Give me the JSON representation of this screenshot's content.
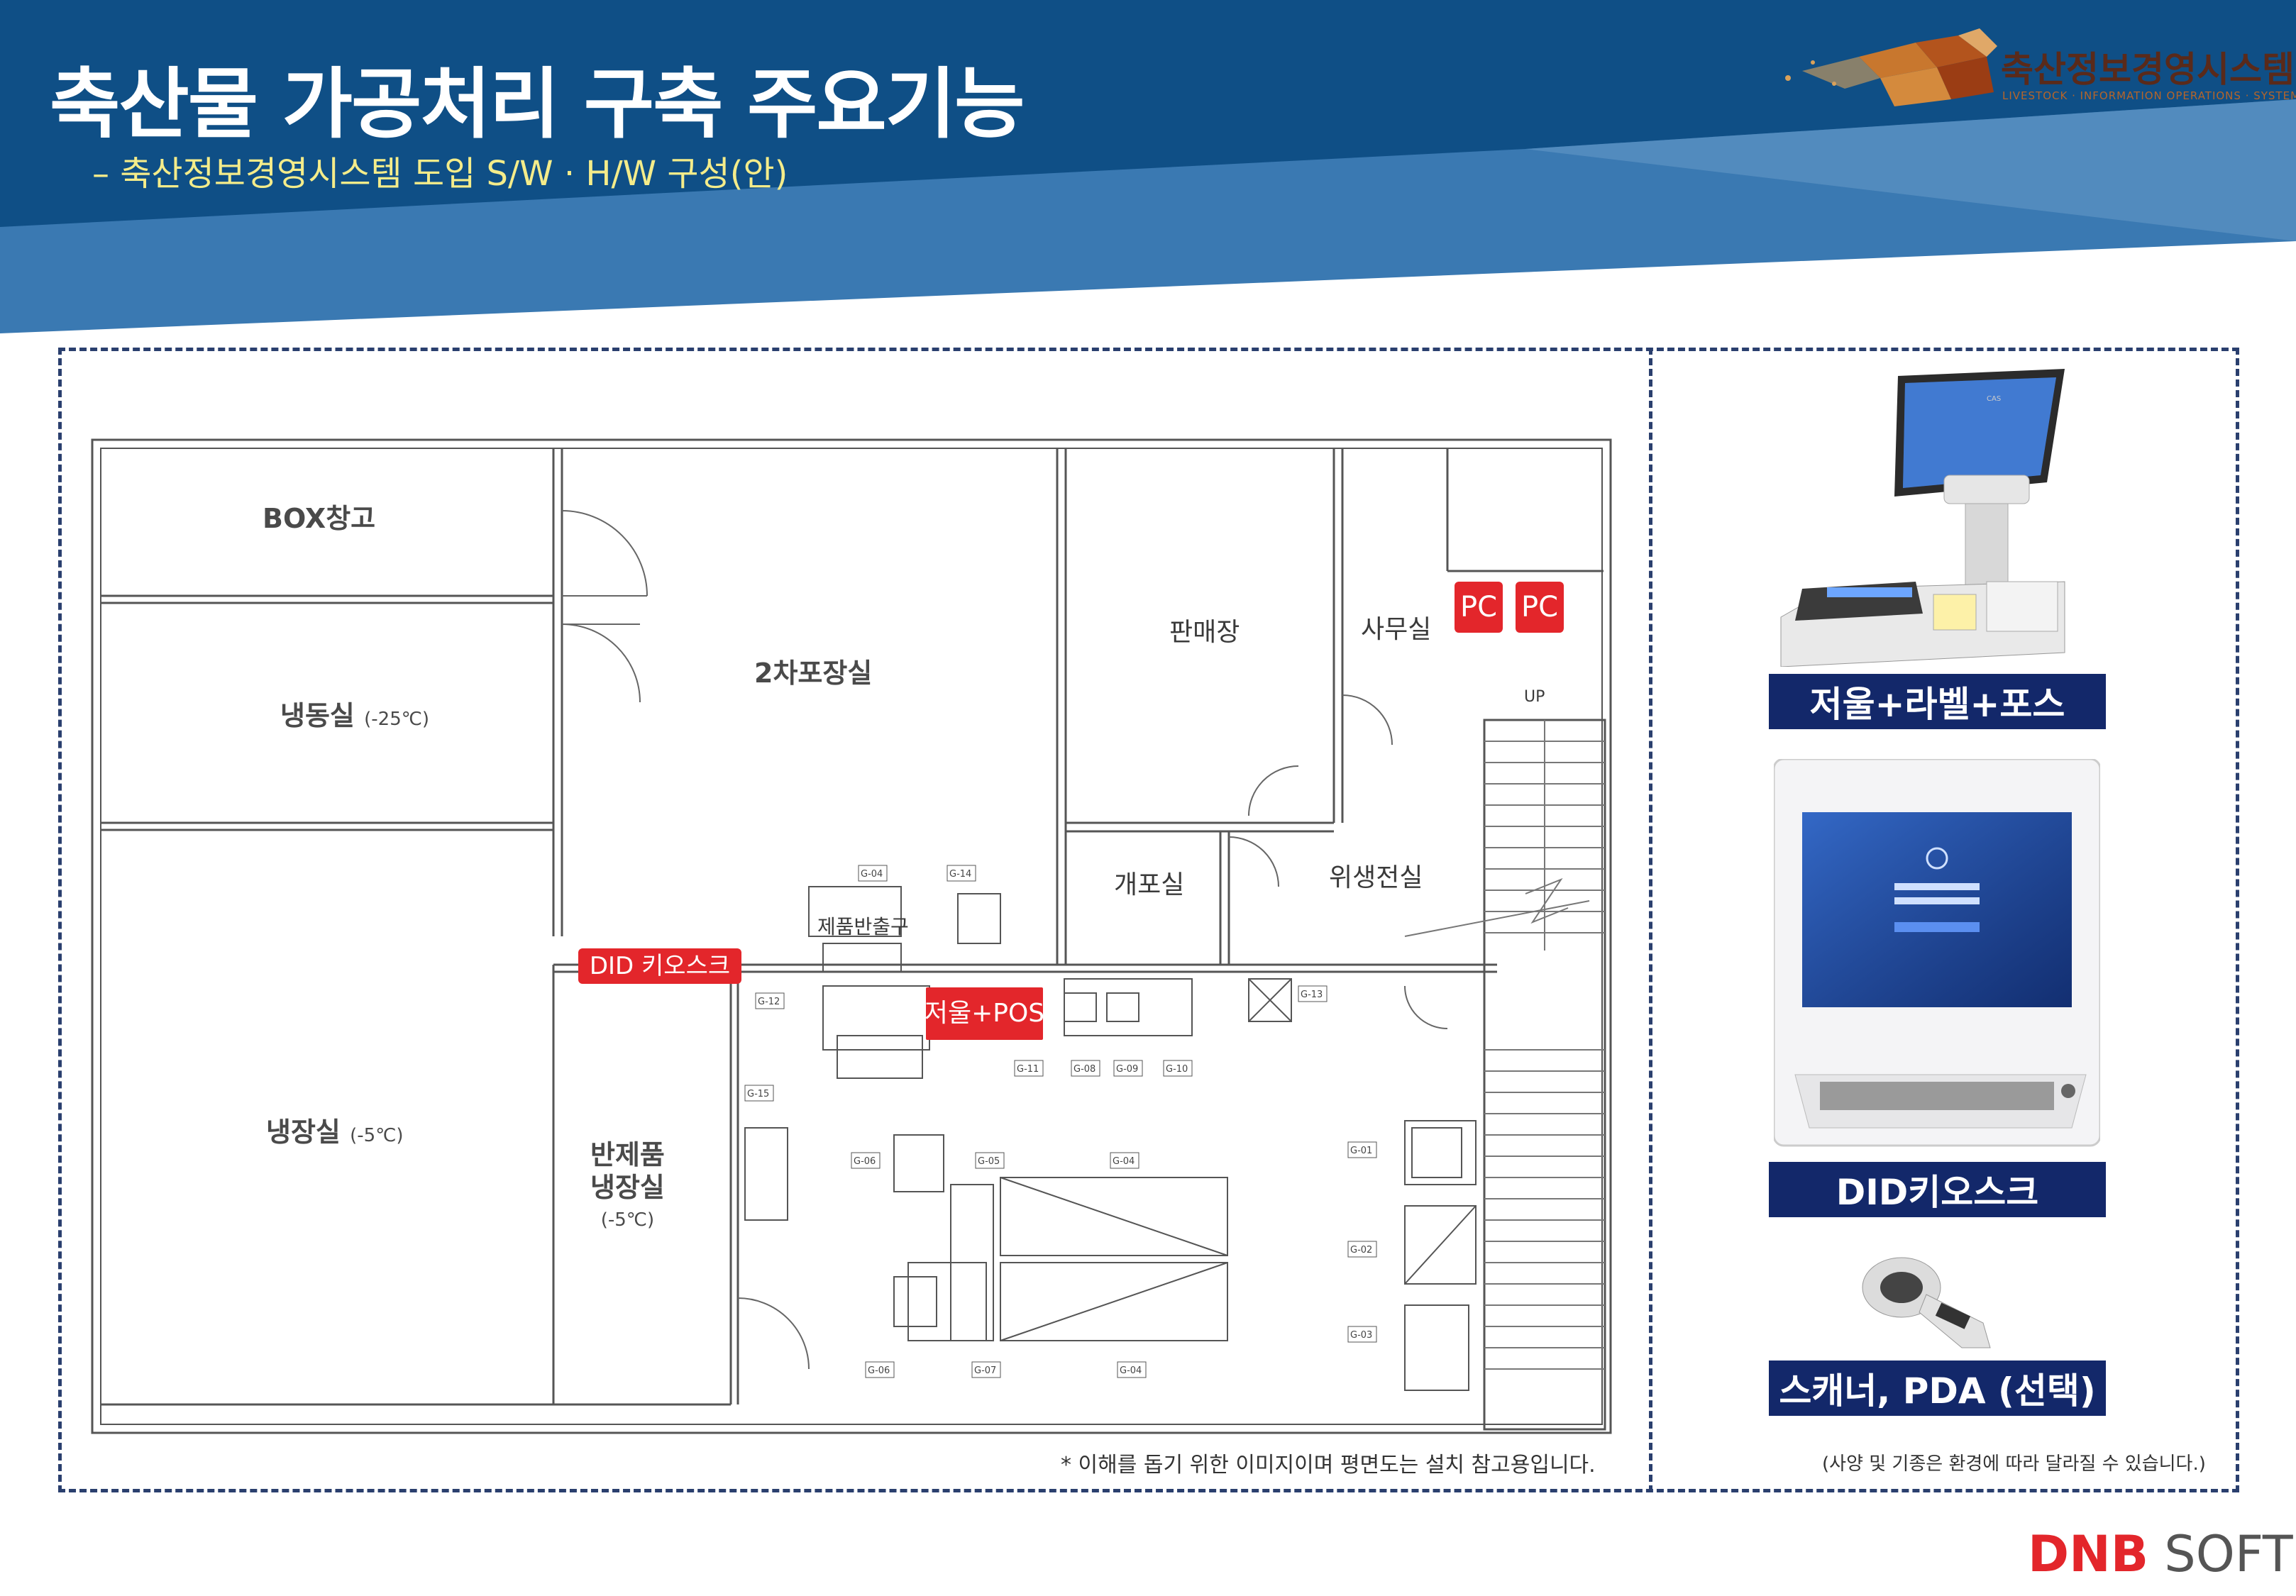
{
  "header": {
    "title": "축산물 가공처리 구축 주요기능",
    "subtitle": "– 축산정보경영시스템 도입 S/W · H/W 구성(안)"
  },
  "brand": {
    "name": "축산정보경영시스템",
    "tagline": "LIVESTOCK · INFORMATION OPERATIONS · SYSTEMS",
    "icon": "lion-logo-icon"
  },
  "floorplan": {
    "rooms": {
      "box_storage": "BOX창고",
      "freezer": "냉동실",
      "freezer_temp": "(-25℃)",
      "cold_storage": "냉장실",
      "cold_storage_temp": "(-5℃)",
      "semi_product_1": "반제품",
      "semi_product_2": "냉장실",
      "semi_product_temp": "(-5℃)",
      "packing_room": "2차포장실",
      "sales_floor": "판매장",
      "office": "사무실",
      "unpacking_room": "개포실",
      "hygiene_room": "위생전실",
      "product_outbound": "제품반출구",
      "stairs_up": "UP"
    },
    "equipment_codes": [
      "G-04",
      "G-14",
      "G-12",
      "G-11",
      "G-08",
      "G-09",
      "G-10",
      "G-13",
      "G-15",
      "G-06",
      "G-05",
      "G-04",
      "G-01",
      "G-02",
      "G-03",
      "G-06",
      "G-07",
      "G-04"
    ],
    "tags": {
      "pc1": "PC",
      "pc2": "PC",
      "did_kiosk": "DID 키오스크",
      "scale_pos": "저울+POS"
    }
  },
  "devices": {
    "scale_label": "저울+라벨+포스",
    "kiosk_label": "DID키오스크",
    "scanner_label": "스캐너, PDA (선택)",
    "scale_brand": "CAS"
  },
  "notes": {
    "floorplan_note": "* 이해를 돕기 위한 이미지이며 평면도는 설치 참고용입니다.",
    "spec_note": "(사양 및 기종은 환경에 따라 달라질 수 있습니다.)"
  },
  "footer": {
    "logo_bold": "DNB",
    "logo_light": " SOFT"
  },
  "colors": {
    "banner_dark": "#0f4f86",
    "banner_light": "#2e6fa8",
    "navy_label": "#13286a",
    "red_tag": "#e3262b",
    "subtitle_yellow": "#f4ec8a",
    "brand_red": "#e3262b"
  }
}
